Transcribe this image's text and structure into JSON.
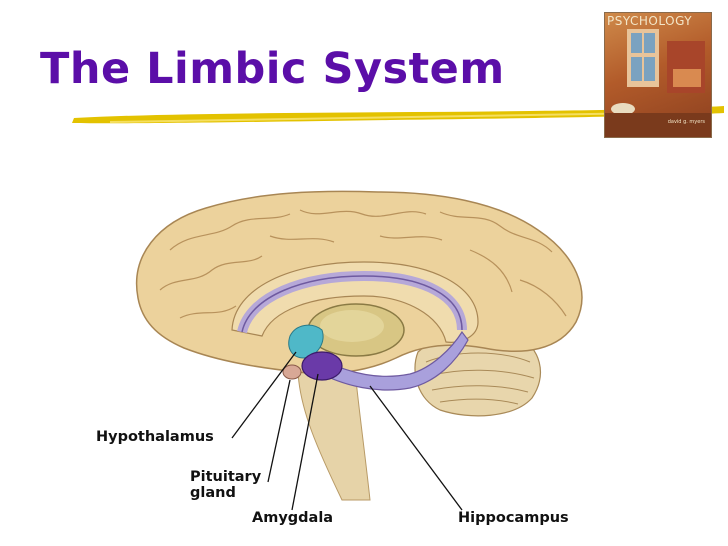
{
  "title": "The Limbic System",
  "book_cover": {
    "title": "PSYCHOLOGY",
    "author": "david g. myers"
  },
  "labels": {
    "hypothalamus": "Hypothalamus",
    "pituitary_line1": "Pituitary",
    "pituitary_line2": "gland",
    "amygdala": "Amygdala",
    "hippocampus": "Hippocampus"
  },
  "colors": {
    "title": "#5b0ea8",
    "underline": "#e3c200",
    "brain": "#e8cc94",
    "thalamus": "#d8c684",
    "fornix": "#b6a8d8",
    "amygdala": "#6a3aa8",
    "hypothalamus": "#4fb8c8"
  }
}
